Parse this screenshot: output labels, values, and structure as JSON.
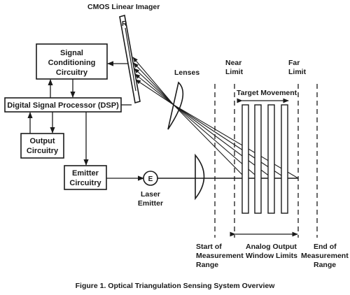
{
  "boxes": {
    "signal_conditioning": [
      "Signal",
      "Conditioning",
      "Circuitry"
    ],
    "dsp": [
      "Digital Signal Processor (DSP)"
    ],
    "output": [
      "Output",
      "Circuitry"
    ],
    "emitter_circuitry": [
      "Emitter",
      "Circuitry"
    ]
  },
  "labels": {
    "cmos": "CMOS Linear Imager",
    "imager_letter": "R",
    "lenses": "Lenses",
    "near_limit": [
      "Near",
      "Limit"
    ],
    "far_limit": [
      "Far",
      "Limit"
    ],
    "target_movement": "Target Movement",
    "emitter_letter": "E",
    "laser_emitter": [
      "Laser",
      "Emitter"
    ],
    "start_range": [
      "Start of",
      "Measurement",
      "Range"
    ],
    "analog_output": [
      "Analog Output",
      "Window Limits"
    ],
    "end_range": [
      "End of",
      "Measurement",
      "Range"
    ]
  },
  "caption": "Figure 1. Optical Triangulation Sensing System Overview"
}
